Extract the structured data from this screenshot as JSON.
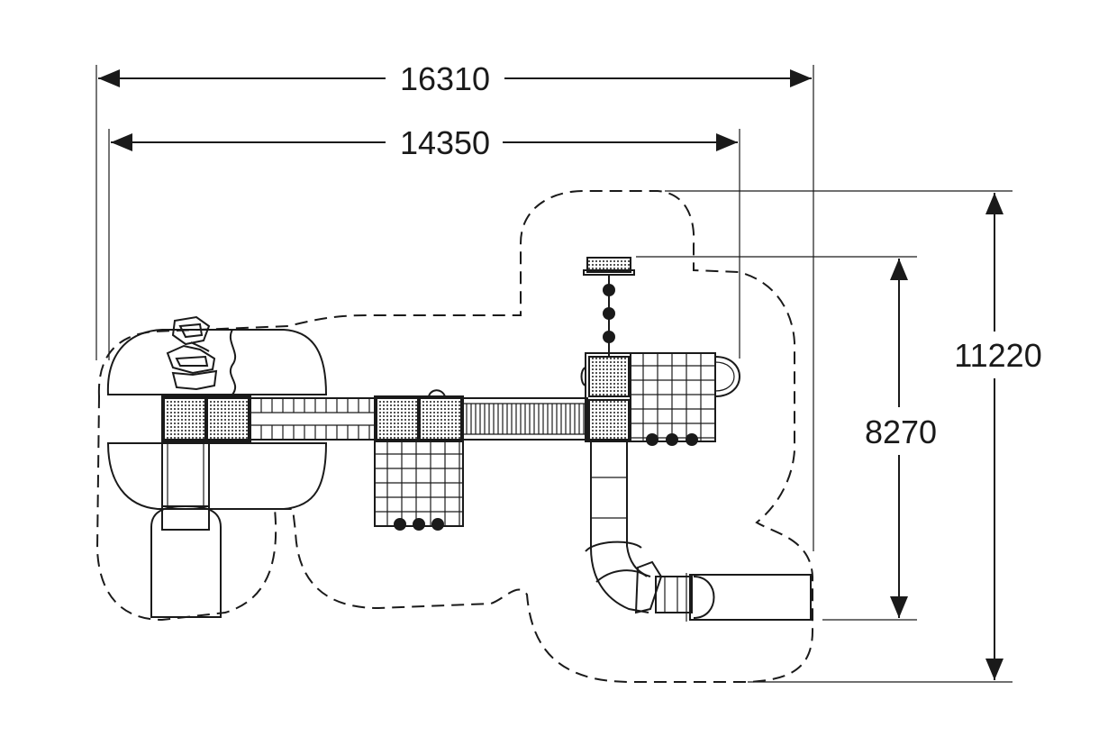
{
  "dimensions": {
    "overall_width": "16310",
    "inner_width": "14350",
    "overall_depth": "11220",
    "inner_depth": "8270"
  },
  "colors": {
    "ink": "#1a1a1a",
    "background": "#ffffff"
  }
}
